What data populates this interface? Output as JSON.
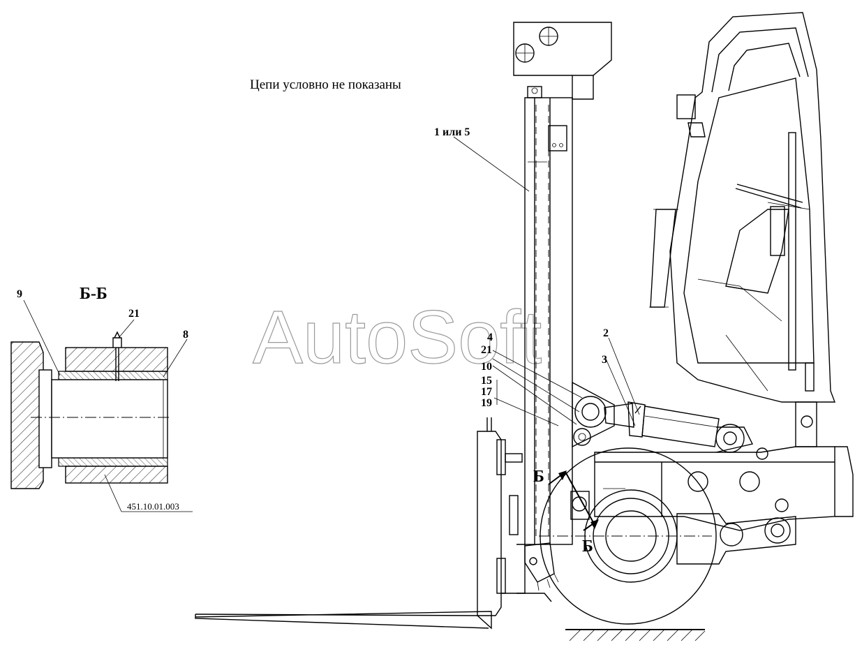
{
  "note": "Цепи условно не показаны",
  "watermark": "AutoSoft",
  "section": {
    "title": "Б-Б",
    "callouts": {
      "left": "9",
      "top": "21",
      "right": "8"
    },
    "part_ref": "451.10.01.003"
  },
  "callouts": {
    "mast": "1 или 5",
    "c2": "2",
    "c3": "3",
    "c4": "4",
    "c21": "21",
    "c10": "10",
    "c15": "15",
    "c17": "17",
    "c19": "19",
    "section_mark_upper": "Б",
    "section_mark_lower": "Б"
  }
}
